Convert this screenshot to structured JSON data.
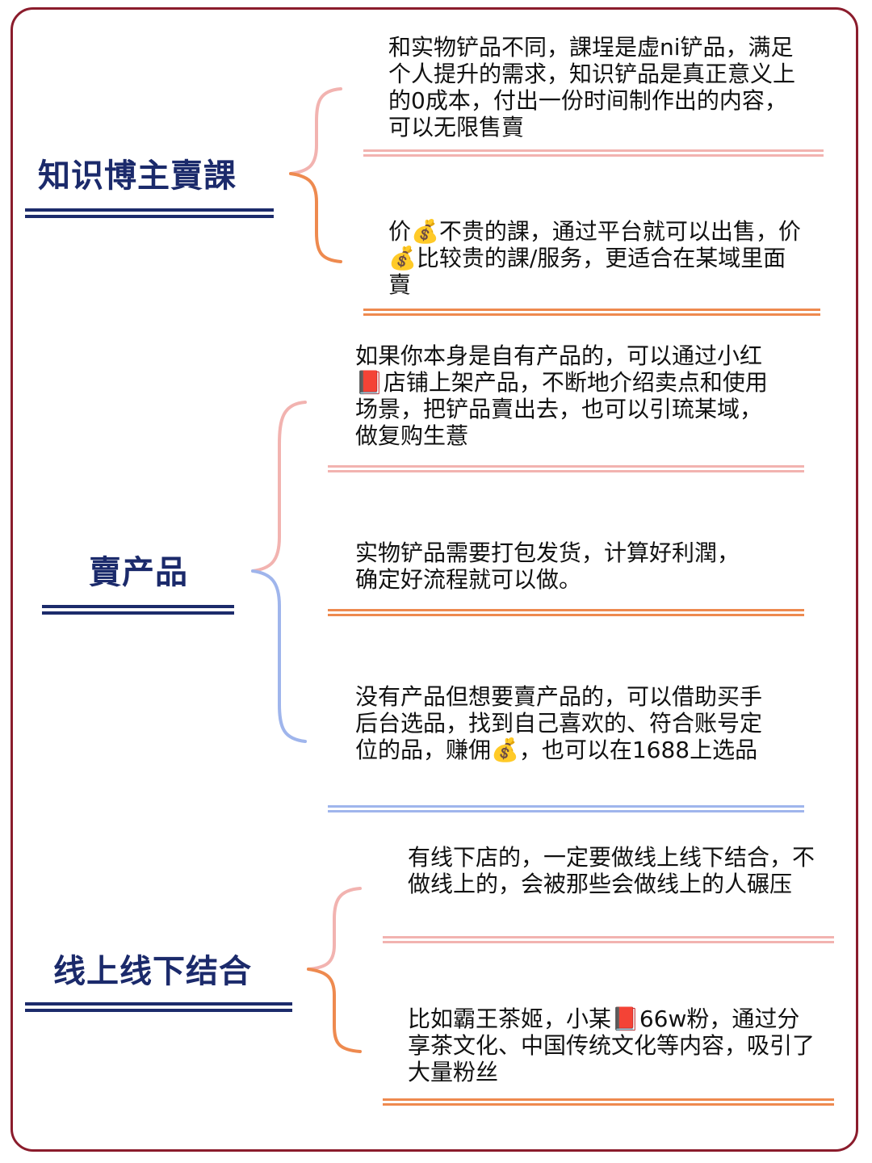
{
  "colors": {
    "frame": "#8b1c2c",
    "title": "#1b2a6b",
    "pink": "#f2b3b0",
    "orange": "#ee8a4f",
    "blue": "#9fb5ec"
  },
  "sections": [
    {
      "title": "知识博主賣課",
      "items": [
        {
          "text": "和实物铲品不同，課埕是虚ni铲品，满足个人提升的需求，知识铲品是真正意义上的0成本，付出一份时间制作出的内容，可以无限售賣"
        },
        {
          "text": "价💰不贵的課，通过平台就可以出售，价💰比较贵的課/服务，更适合在某域里面賣"
        }
      ]
    },
    {
      "title": "賣产品",
      "items": [
        {
          "text": "如果你本身是自有产品的，可以通过小红📕店铺上架产品，不断地介绍卖点和使用场景，把铲品賣出去，也可以引琉某域，做复购生薏"
        },
        {
          "text": "实物铲品需要打包发货，计算好利潤，确定好流程就可以做。"
        },
        {
          "text": "没有产品但想要賣产品的，可以借助买手后台选品，找到自己喜欢的、符合账号定位的品，赚佣💰，也可以在1688上选品"
        }
      ]
    },
    {
      "title": "线上线下结合",
      "items": [
        {
          "text": "有线下店的，一定要做线上线下结合，不做线上的，会被那些会做线上的人碾压"
        },
        {
          "text": "比如霸王茶姬，小某📕66w粉，通过分享茶文化、中国传统文化等内容，吸引了大量粉丝"
        }
      ]
    }
  ]
}
